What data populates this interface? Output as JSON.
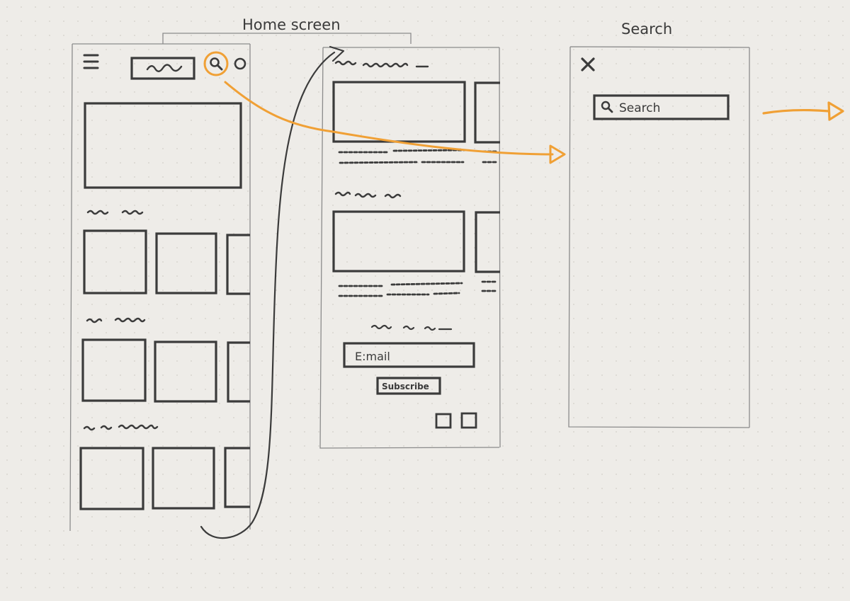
{
  "labels": {
    "home_screen": "Home screen",
    "search_screen": "Search",
    "email_field": "E:mail",
    "subscribe_button": "Subscribe",
    "search_field": "Search"
  },
  "icons": [
    "hamburger-menu-icon",
    "logo-squiggle-icon",
    "search-icon",
    "profile-circle-icon",
    "close-icon",
    "social-icon"
  ],
  "colors": {
    "paper": "#eeece8",
    "ink": "#3b3b3b",
    "frame": "#8b8b8b",
    "highlight": "#f0a035"
  }
}
